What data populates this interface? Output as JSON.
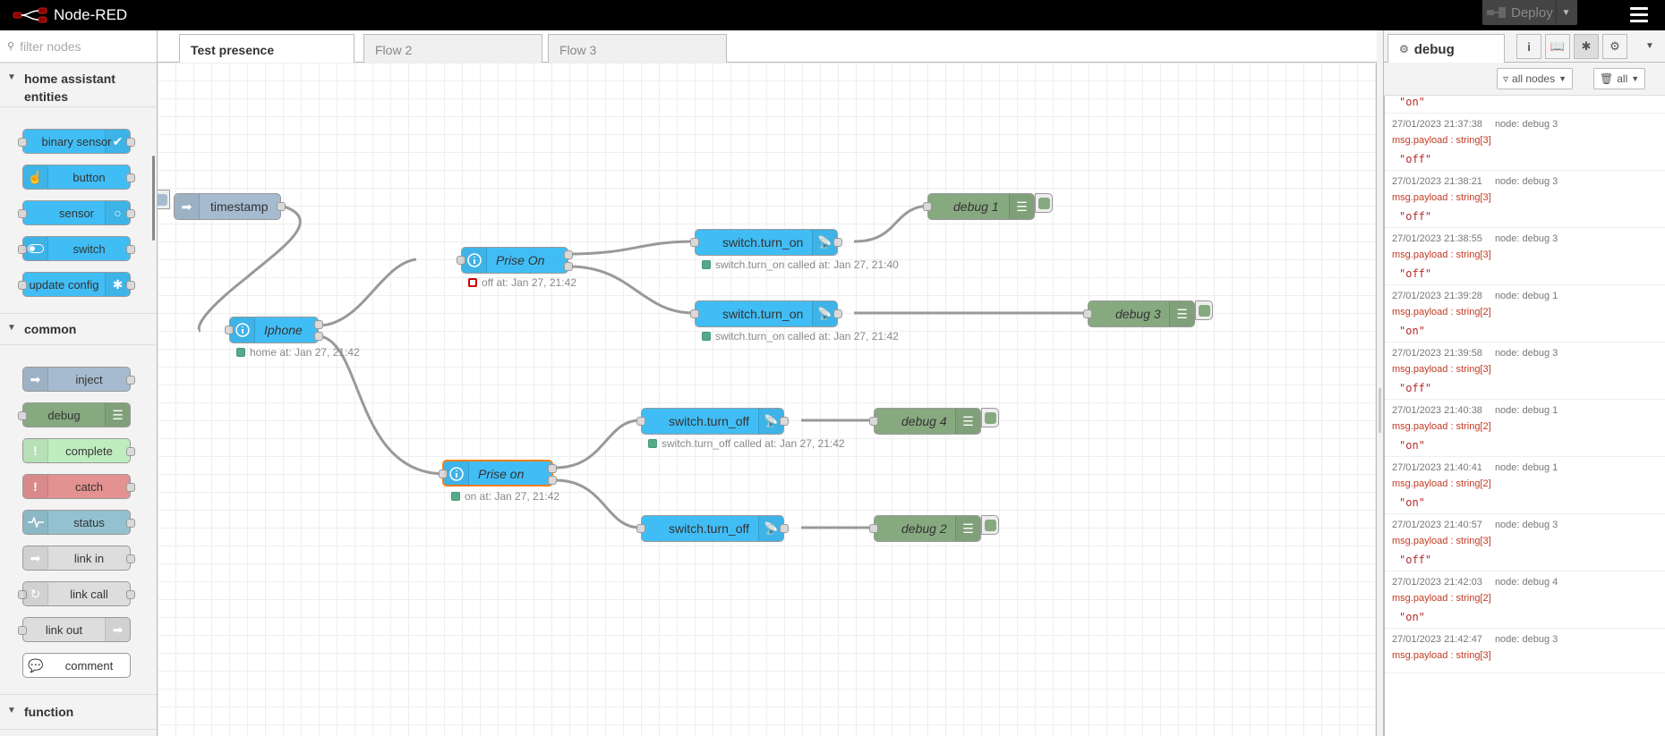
{
  "header": {
    "title": "Node-RED",
    "deploy_label": "Deploy"
  },
  "palette": {
    "search_placeholder": "filter nodes",
    "categories": [
      {
        "title": "home assistant entities",
        "nodes": [
          "binary sensor",
          "button",
          "sensor",
          "switch",
          "update config"
        ]
      },
      {
        "title": "common",
        "nodes": [
          "inject",
          "debug",
          "complete",
          "catch",
          "status",
          "link in",
          "link call",
          "link out",
          "comment"
        ]
      },
      {
        "title": "function",
        "nodes": []
      }
    ]
  },
  "workspace": {
    "tabs": [
      "Test presence",
      "Flow 2",
      "Flow 3"
    ],
    "nodes": {
      "timestamp": "timestamp",
      "iphone": "Iphone",
      "prise_on_1": "Prise On",
      "prise_on_2": "Prise on",
      "sw_on_1": "switch.turn_on",
      "sw_on_2": "switch.turn_on",
      "sw_off_1": "switch.turn_off",
      "sw_off_2": "switch.turn_off",
      "debug1": "debug 1",
      "debug3": "debug 3",
      "debug4": "debug 4",
      "debug2": "debug 2"
    },
    "status": {
      "iphone": "home at: Jan 27, 21:42",
      "prise_on_1": "off at: Jan 27, 21:42",
      "prise_on_2": "on at: Jan 27, 21:42",
      "sw_on_1": "switch.turn_on called at: Jan 27, 21:40",
      "sw_on_2": "switch.turn_on called at: Jan 27, 21:42",
      "sw_off_1": "switch.turn_off called at: Jan 27, 21:42"
    }
  },
  "sidebar": {
    "tab_label": "debug",
    "filter_nodes": "all nodes",
    "clear_label": "all",
    "messages": [
      {
        "time": "",
        "node": "",
        "path": "",
        "value": "\"on\""
      },
      {
        "time": "27/01/2023 21:37:38",
        "node": "node: debug 3",
        "path": "msg.payload : string[3]",
        "value": "\"off\""
      },
      {
        "time": "27/01/2023 21:38:21",
        "node": "node: debug 3",
        "path": "msg.payload : string[3]",
        "value": "\"off\""
      },
      {
        "time": "27/01/2023 21:38:55",
        "node": "node: debug 3",
        "path": "msg.payload : string[3]",
        "value": "\"off\""
      },
      {
        "time": "27/01/2023 21:39:28",
        "node": "node: debug 1",
        "path": "msg.payload : string[2]",
        "value": "\"on\""
      },
      {
        "time": "27/01/2023 21:39:58",
        "node": "node: debug 3",
        "path": "msg.payload : string[3]",
        "value": "\"off\""
      },
      {
        "time": "27/01/2023 21:40:38",
        "node": "node: debug 1",
        "path": "msg.payload : string[2]",
        "value": "\"on\""
      },
      {
        "time": "27/01/2023 21:40:41",
        "node": "node: debug 1",
        "path": "msg.payload : string[2]",
        "value": "\"on\""
      },
      {
        "time": "27/01/2023 21:40:57",
        "node": "node: debug 3",
        "path": "msg.payload : string[3]",
        "value": "\"off\""
      },
      {
        "time": "27/01/2023 21:42:03",
        "node": "node: debug 4",
        "path": "msg.payload : string[2]",
        "value": "\"on\""
      },
      {
        "time": "27/01/2023 21:42:47",
        "node": "node: debug 3",
        "path": "msg.payload : string[3]",
        "value": ""
      }
    ]
  },
  "colors": {
    "ha_blue": "#41bdf5",
    "inject": "#a6bbcf",
    "debug": "#87a980",
    "complete": "#c0edc0",
    "catch": "#e49191",
    "status": "#94c1d0",
    "link": "#dddddd",
    "comment": "#ffffff"
  }
}
